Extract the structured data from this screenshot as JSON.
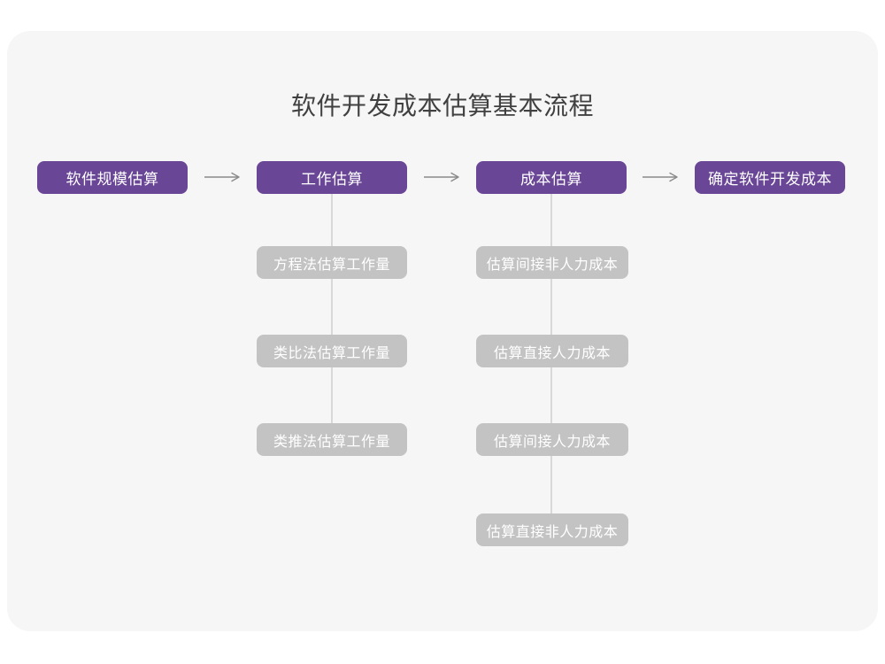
{
  "page": {
    "title": "软件开发成本估算基本流程"
  },
  "colors": {
    "node_primary": "#6A4696",
    "node_secondary": "#C3C3C3",
    "node_text": "#FFFFFF",
    "card_background": "#F6F6F7",
    "connector": "#D8D8D8",
    "arrow": "#8A8A8A",
    "title_text": "#404040"
  },
  "flow": {
    "main_steps": [
      {
        "label": "软件规模估算"
      },
      {
        "label": "工作估算"
      },
      {
        "label": "成本估算"
      },
      {
        "label": "确定软件开发成本"
      }
    ],
    "work_estimation_methods": [
      {
        "label": "方程法估算工作量"
      },
      {
        "label": "类比法估算工作量"
      },
      {
        "label": "类推法估算工作量"
      }
    ],
    "cost_estimation_items": [
      {
        "label": "估算间接非人力成本"
      },
      {
        "label": "估算直接人力成本"
      },
      {
        "label": "估算间接人力成本"
      },
      {
        "label": "估算直接非人力成本"
      }
    ]
  }
}
